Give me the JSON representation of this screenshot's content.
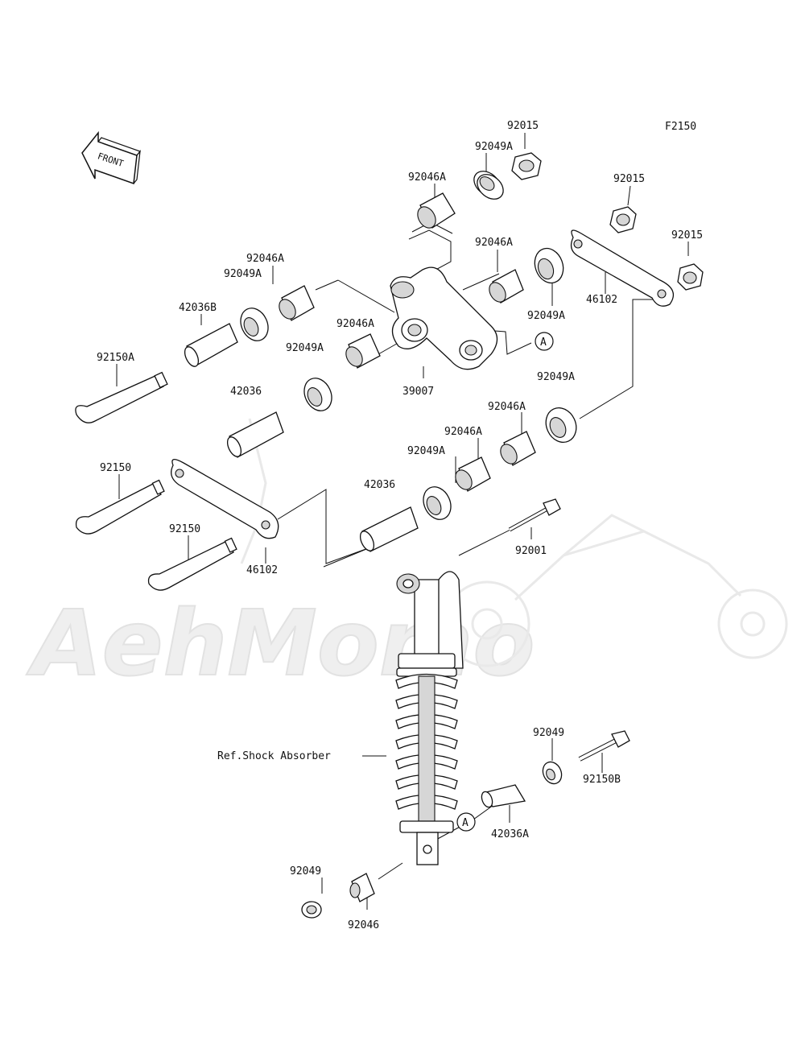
{
  "diagram_code": "F2150",
  "front_label": "FRONT",
  "watermark": "AehMomo",
  "callout_letter": "A",
  "shock_reference": "Ref.Shock Absorber",
  "parts": {
    "p92015_a": "92015",
    "p92015_b": "92015",
    "p92015_c": "92015",
    "p92049A_top": "92049A",
    "p92046A_top": "92046A",
    "p92046A_mid": "92046A",
    "p92049A_mid": "92049A",
    "p46102_right": "46102",
    "p92046A_left": "92046A",
    "p92049A_left": "92049A",
    "p42036B": "42036B",
    "p92046A_center": "92046A",
    "p92049A_center": "92049A",
    "p39007": "39007",
    "p92049A_right": "92049A",
    "p92150A": "92150A",
    "p42036_upper": "42036",
    "p92046A_lower_r": "92046A",
    "p92046A_lower_l": "92046A",
    "p92049A_lower": "92049A",
    "p92150_upper": "92150",
    "p42036_lower": "42036",
    "p92150_lower": "92150",
    "p46102_left": "46102",
    "p92001": "92001",
    "p92049_right": "92049",
    "p92150B": "92150B",
    "p42036A": "42036A",
    "p92049_bottom": "92049",
    "p92046_bottom": "92046"
  }
}
